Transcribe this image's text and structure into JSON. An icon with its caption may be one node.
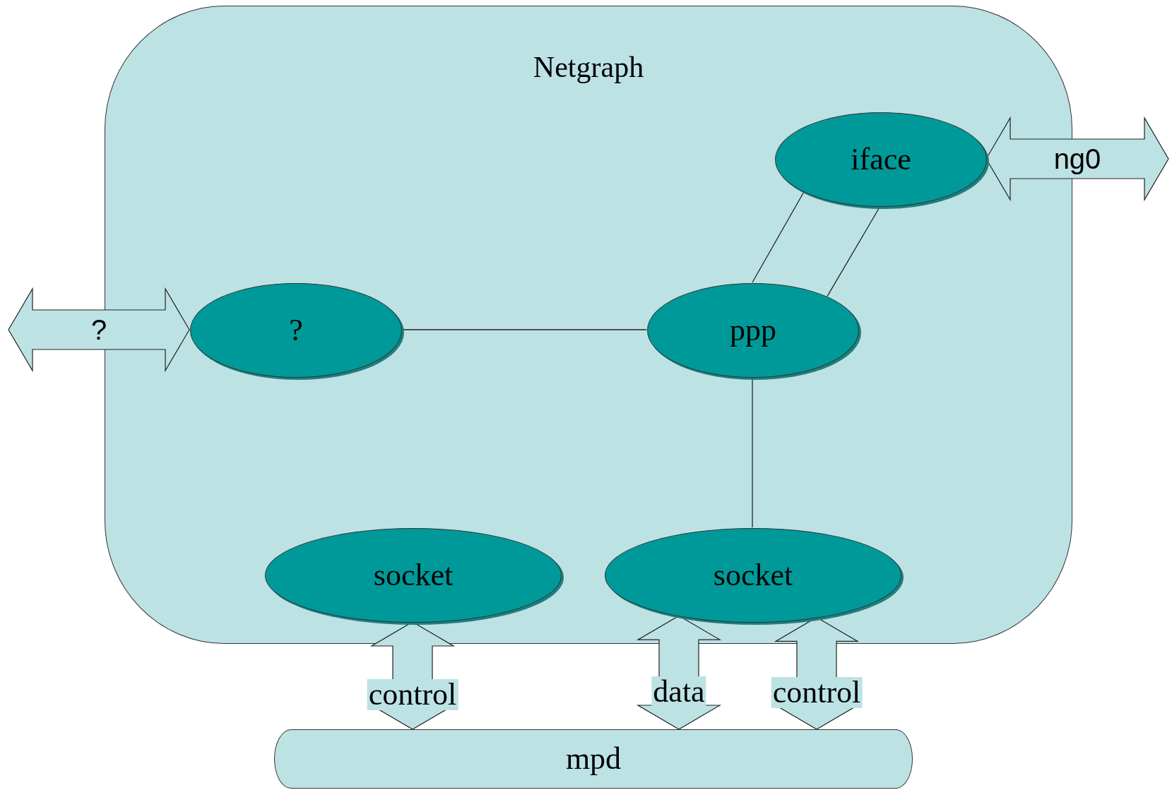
{
  "diagram": {
    "nodes": [
      {
        "text": [
          "Netgraph"
        ]
      },
      {
        "text": [
          "iface"
        ],
        "in": 0
      },
      {
        "text": [
          "?"
        ],
        "in": 0
      },
      {
        "text": [
          "ppp"
        ],
        "in": 0
      },
      {
        "text": [
          "socket"
        ],
        "in": 0
      },
      {
        "text": [
          "socket"
        ],
        "in": 0
      },
      {
        "text": [
          "mpd"
        ]
      }
    ],
    "edges": [
      {
        "from": 1,
        "to": 3,
        "arrow": "none"
      },
      {
        "from": 1,
        "to": 3,
        "arrow": "none"
      },
      {
        "from": 2,
        "to": 3,
        "arrow": "none"
      },
      {
        "from": 3,
        "to": 5,
        "arrow": "none"
      },
      {
        "from": null,
        "to": 2,
        "arrow": "both",
        "label": "?",
        "style": "thick"
      },
      {
        "from": 1,
        "to": null,
        "arrow": "both",
        "label": "ng0",
        "style": "thick"
      },
      {
        "from": 4,
        "to": 6,
        "arrow": "both",
        "label": "control",
        "style": "thick"
      },
      {
        "from": 5,
        "to": 6,
        "arrow": "both",
        "label": "data",
        "style": "thick"
      },
      {
        "from": 5,
        "to": 6,
        "arrow": "both",
        "label": "control",
        "style": "thick"
      }
    ]
  }
}
